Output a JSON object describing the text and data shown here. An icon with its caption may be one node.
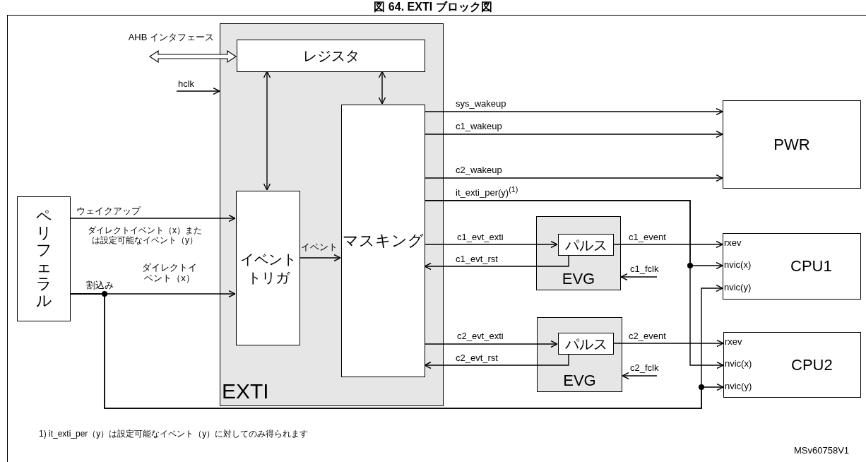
{
  "diagram": {
    "title": "図 64. EXTI ブロック図",
    "nodes": [
      {
        "text": [
          "EXTI"
        ]
      },
      {
        "text": [
          "レジスタ"
        ],
        "in": 0
      },
      {
        "text": [
          "イベントトリガ"
        ],
        "in": 0
      },
      {
        "text": [
          "マスキング"
        ],
        "in": 0
      },
      {
        "text": [
          "PWR"
        ]
      },
      {
        "text": [
          "EVG"
        ]
      },
      {
        "text": [
          "パルス"
        ],
        "in": 5
      },
      {
        "text": [
          "EVG"
        ]
      },
      {
        "text": [
          "パルス"
        ],
        "in": 7
      },
      {
        "text": [
          "CPU1",
          "rxev",
          "nvic(x)",
          "nvic(y)"
        ]
      },
      {
        "text": [
          "CPU2",
          "rxev",
          "nvic(x)",
          "nvic(y)"
        ]
      },
      {
        "text": [
          "ペリフェラル"
        ]
      }
    ],
    "edges": [
      {
        "from": null,
        "to": 1,
        "arrow": "both",
        "label": "AHB インタフェース",
        "style": "thick"
      },
      {
        "from": null,
        "to": 0,
        "arrow": "to",
        "label": "hclk"
      },
      {
        "from": 1,
        "to": 2,
        "arrow": "both"
      },
      {
        "from": 1,
        "to": 3,
        "arrow": "both"
      },
      {
        "from": 11,
        "to": 2,
        "arrow": "to",
        "label": "ウェイクアップ"
      },
      {
        "from": 11,
        "to": 2,
        "arrow": "to",
        "label": "ダイレクトイベント（x）"
      },
      {
        "from": 11,
        "to": 9,
        "arrow": "to"
      },
      {
        "from": 11,
        "to": 10,
        "arrow": "to"
      },
      {
        "from": 2,
        "to": 3,
        "arrow": "to",
        "label": "イベント"
      },
      {
        "from": 3,
        "to": 4,
        "arrow": "to",
        "label": "sys_wakeup"
      },
      {
        "from": 3,
        "to": 4,
        "arrow": "to",
        "label": "c1_wakeup"
      },
      {
        "from": 3,
        "to": 4,
        "arrow": "to",
        "label": "c2_wakeup"
      },
      {
        "from": 3,
        "to": 9,
        "arrow": "to",
        "label": "it_exti_per(y)$^{(1)}$"
      },
      {
        "from": 3,
        "to": 10,
        "arrow": "to"
      },
      {
        "from": 3,
        "to": 6,
        "arrow": "to",
        "label": "c1_evt_exti"
      },
      {
        "from": 6,
        "to": 3,
        "arrow": "to",
        "label": "c1_evt_rst"
      },
      {
        "from": 6,
        "to": 9,
        "arrow": "to",
        "label": "c1_event"
      },
      {
        "from": null,
        "to": 5,
        "arrow": "to",
        "label": "c1_fclk"
      },
      {
        "from": 3,
        "to": 8,
        "arrow": "to",
        "label": "c2_evt_exti"
      },
      {
        "from": 8,
        "to": 3,
        "arrow": "to",
        "label": "c2_evt_rst"
      },
      {
        "from": 8,
        "to": 10,
        "arrow": "to",
        "label": "c2_event"
      },
      {
        "from": null,
        "to": 7,
        "arrow": "to",
        "label": "c2_fclk"
      }
    ],
    "labels": [
      "ダイレクトイベント（x）または設定可能なイベント（y）",
      "割込み",
      "1) it_exti_per（y）は設定可能なイベント（y）に対してのみ得られます",
      "MSv60758V1"
    ]
  }
}
